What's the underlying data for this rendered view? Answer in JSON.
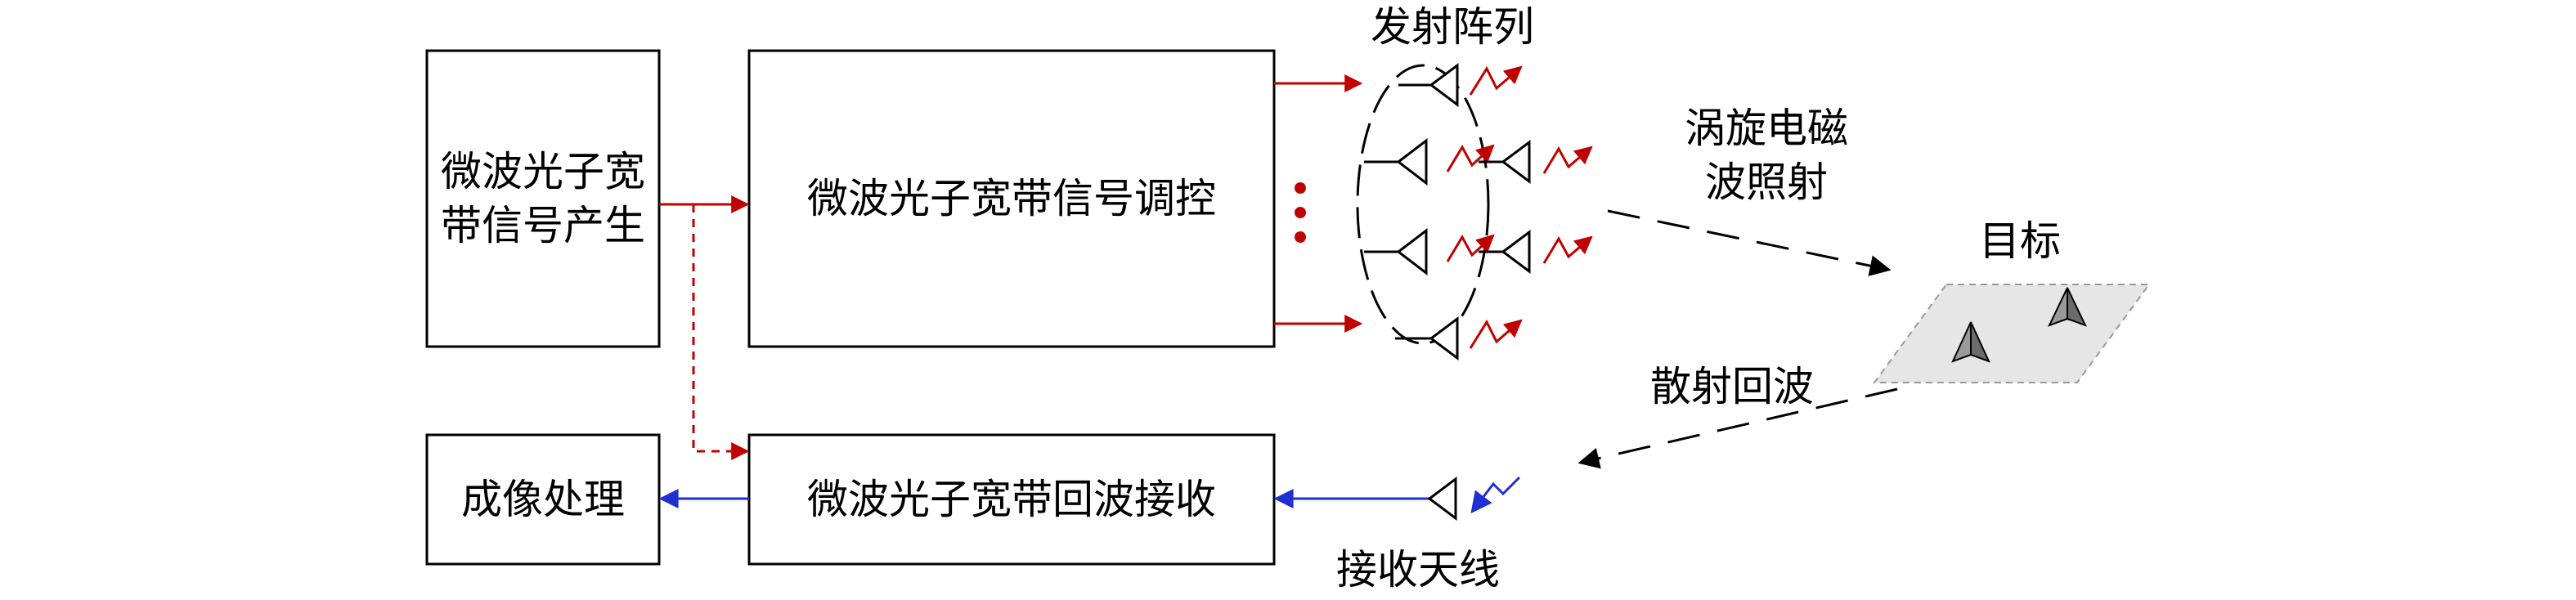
{
  "diagram": {
    "title": "微波光子宽带成像系统框图",
    "boxes": {
      "generation": {
        "label": "微波光子宽带信号产生"
      },
      "modulation": {
        "label": "微波光子宽带信号调控"
      },
      "imaging": {
        "label": "成像处理"
      },
      "receive": {
        "label": "微波光子宽带回波接收"
      }
    },
    "labels": {
      "tx_array": "发射阵列",
      "vortex": "涡旋电磁波照射",
      "target": "目标",
      "scatter": "散射回波",
      "rx_antenna": "接收天线",
      "ellipsis": "⋮"
    },
    "colors": {
      "tx_signal": "#c00000",
      "rx_signal": "#1f2fd0",
      "line": "#000000",
      "target_plane": "#e6e6e6"
    }
  }
}
